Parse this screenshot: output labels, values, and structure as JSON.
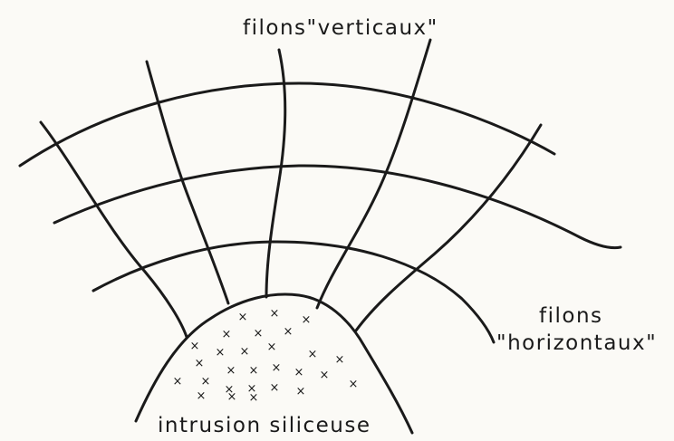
{
  "labels": {
    "vertical_veins": "filons\"verticaux\"",
    "horizontal_veins_line1": "filons",
    "horizontal_veins_line2": "\"horizontaux\"",
    "intrusion": "intrusion siliceuse"
  },
  "intrusion_marks": {
    "symbol": "×",
    "count": 28
  },
  "colors": {
    "ink": "#1a1a1a",
    "paper": "#fbfaf6"
  }
}
